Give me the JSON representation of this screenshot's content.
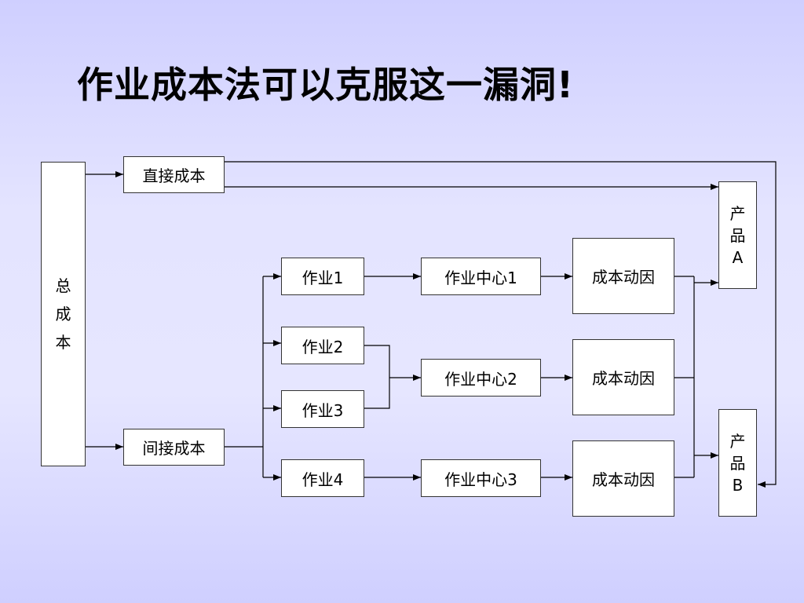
{
  "title": "作业成本法可以克服这一漏洞!",
  "boxes": {
    "total_cost": [
      "总",
      "成",
      "本"
    ],
    "direct_cost": "直接成本",
    "indirect_cost": "间接成本",
    "activity1": "作业1",
    "activity2": "作业2",
    "activity3": "作业3",
    "activity4": "作业4",
    "center1": "作业中心1",
    "center2": "作业中心2",
    "center3": "作业中心3",
    "driver1": "成本动因",
    "driver2": "成本动因",
    "driver3": "成本动因",
    "product_a": [
      "产",
      "品",
      "A"
    ],
    "product_b": [
      "产",
      "品",
      "B"
    ]
  }
}
